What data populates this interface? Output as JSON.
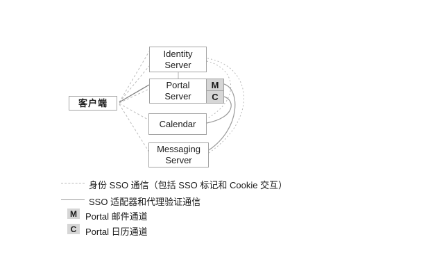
{
  "colors": {
    "background": "#ffffff",
    "box_border": "#a3a3a3",
    "channel_fill": "#d6d6d6",
    "dashed_line": "#b9b9b9",
    "solid_line": "#8f8f8f",
    "text": "#1a1a1a"
  },
  "diagram": {
    "client_label": "客户端",
    "nodes": {
      "identity": "Identity Server",
      "portal": "Portal Server",
      "calendar": "Calendar",
      "messaging": "Messaging Server"
    },
    "channels": {
      "mail": "M",
      "calendar": "C"
    }
  },
  "legend": {
    "items": [
      {
        "type": "dashed-line",
        "label": "身份 SSO 通信（包括 SSO 标记和 Cookie 交互）"
      },
      {
        "type": "solid-line",
        "label": "SSO 适配器和代理验证通信"
      },
      {
        "type": "badge",
        "badge": "M",
        "label": "Portal 邮件通道"
      },
      {
        "type": "badge",
        "badge": "C",
        "label": "Portal 日历通道"
      }
    ]
  }
}
